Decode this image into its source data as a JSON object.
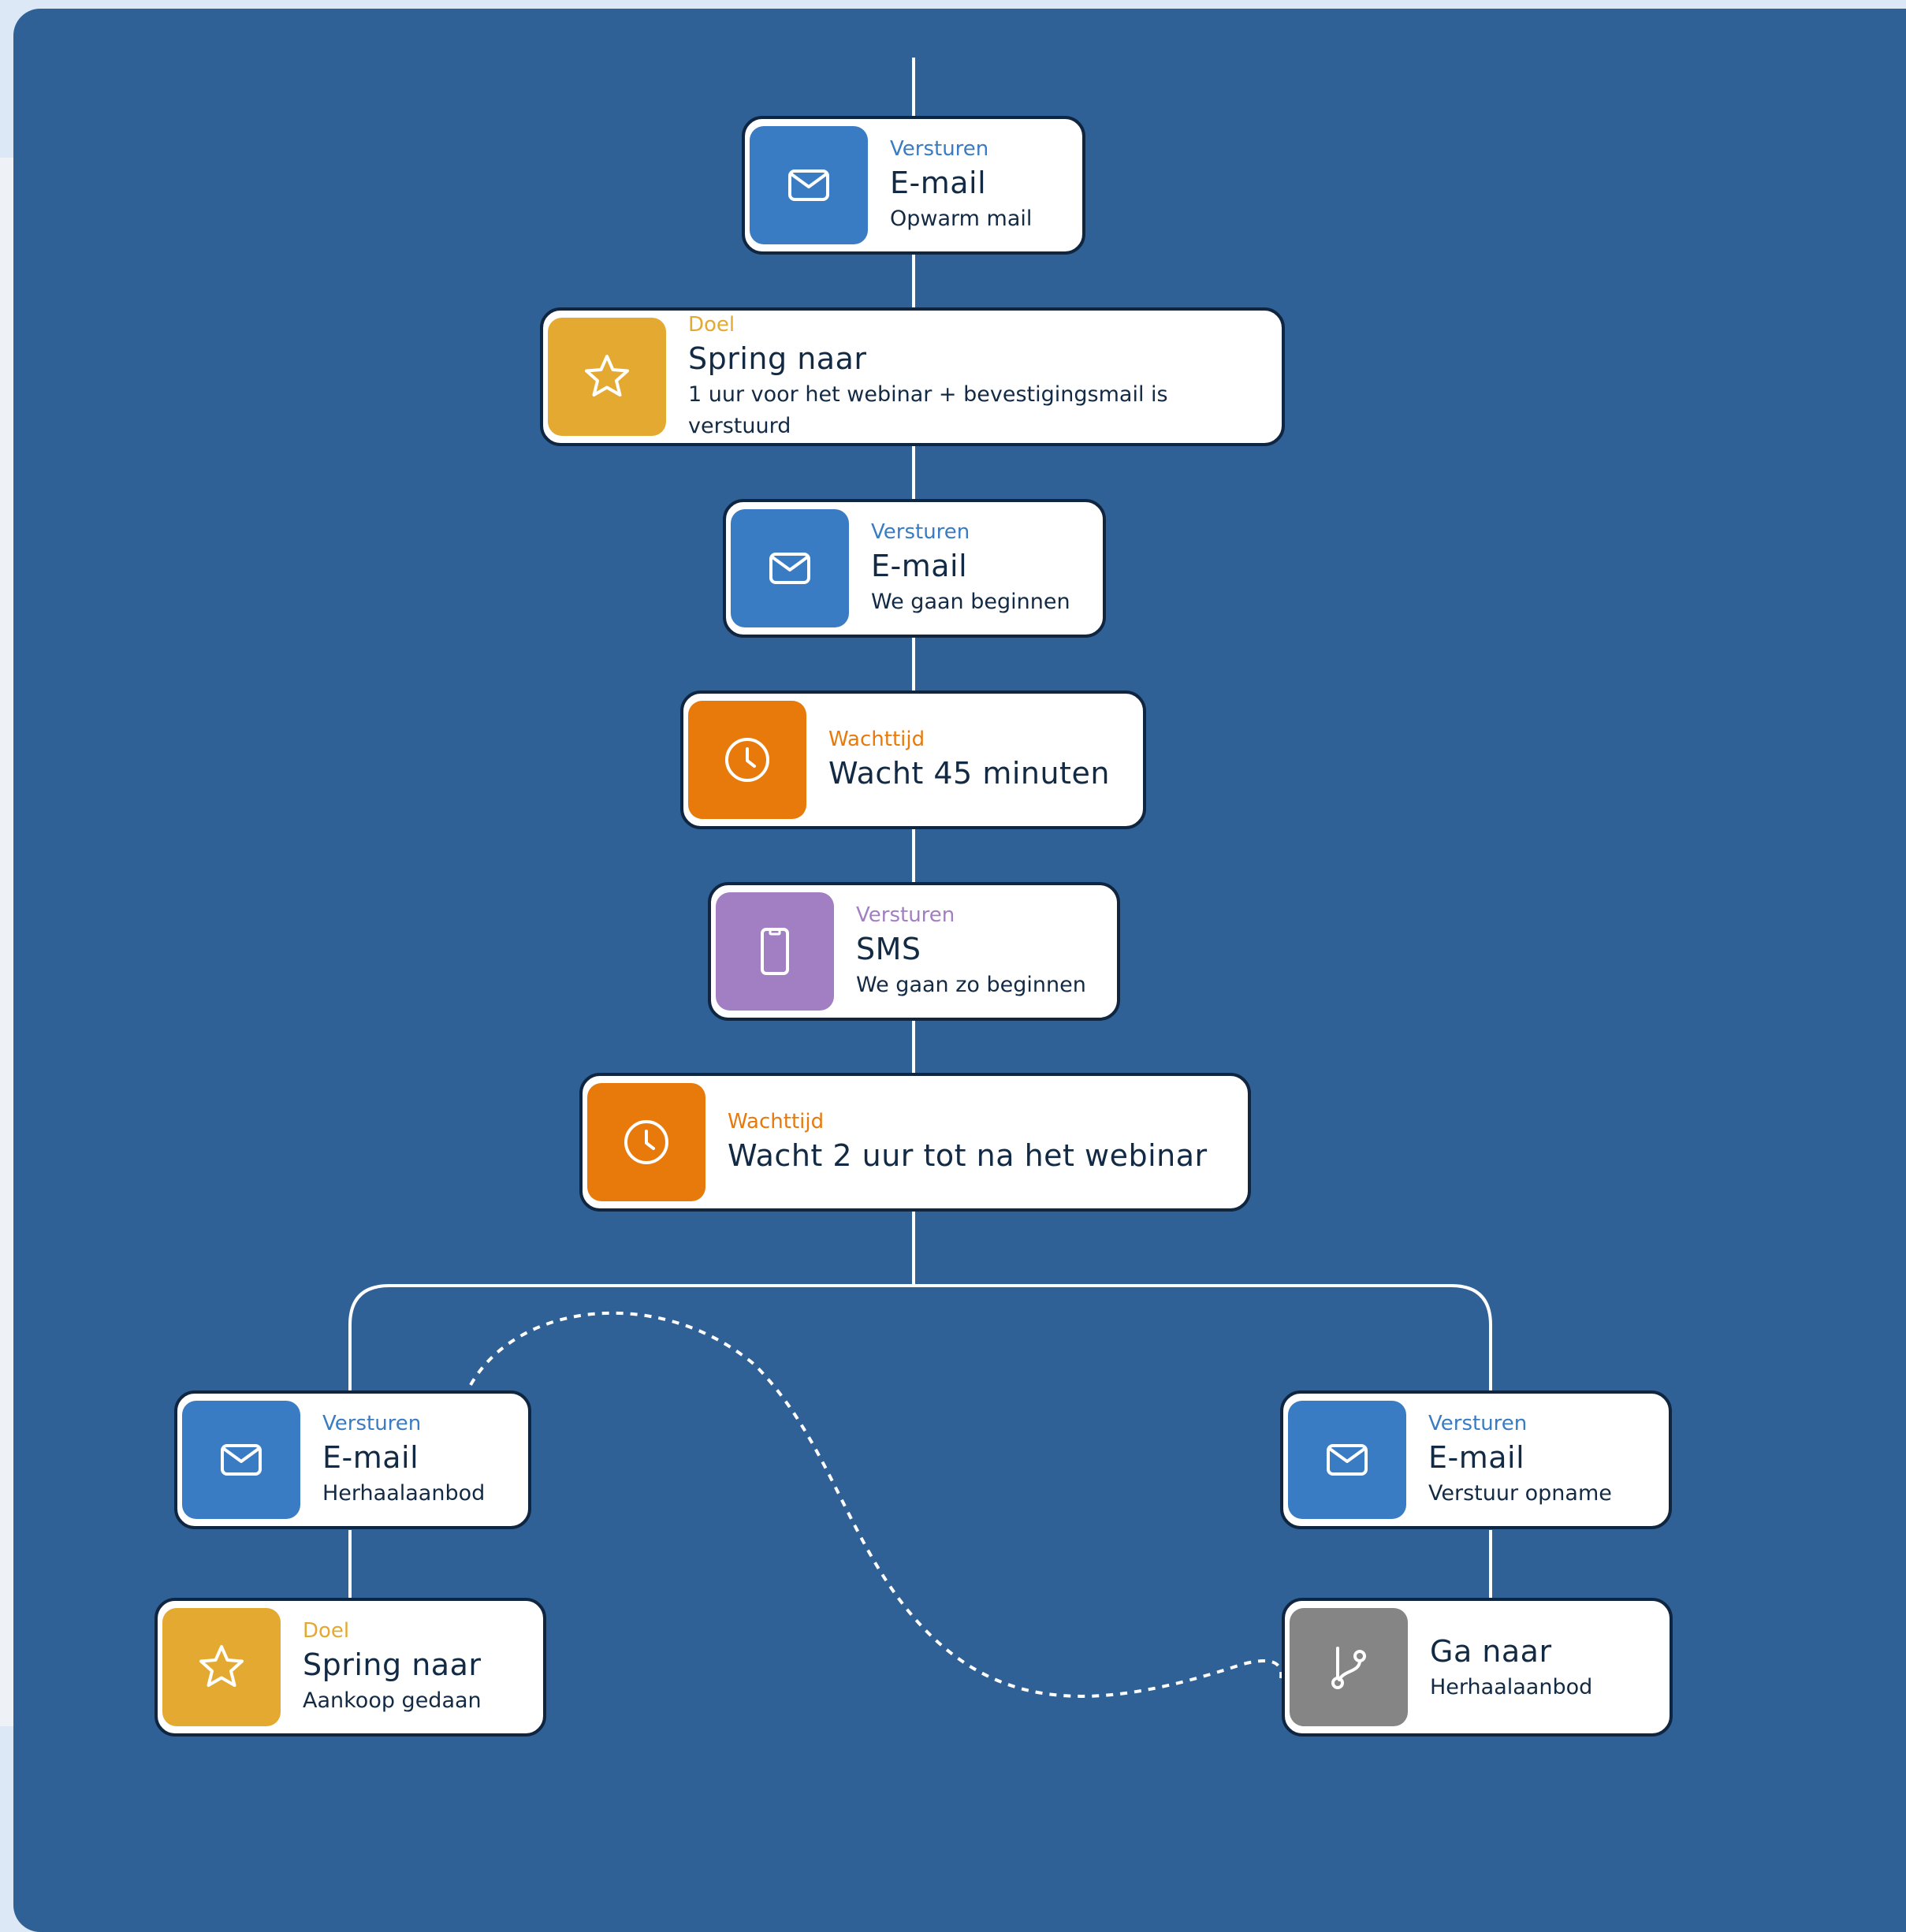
{
  "colors": {
    "canvas": "#2f6196",
    "line": "#ffffff",
    "email": "#3a7cc3",
    "goal": "#e4a930",
    "wait": "#e87a0c",
    "sms": "#a17fc2",
    "goto": "#858585",
    "text_dark": "#132a45"
  },
  "nodes": [
    {
      "id": "email-opwarm",
      "icon": "envelope-icon",
      "color": "#3a7cc3",
      "category": "Versturen",
      "title": "E-mail",
      "subtitle": "Opwarm mail"
    },
    {
      "id": "goal-spring-1",
      "icon": "star-icon",
      "color": "#e4a930",
      "category": "Doel",
      "title": "Spring naar",
      "subtitle": "1 uur voor het webinar + bevestigingsmail is verstuurd"
    },
    {
      "id": "email-beginnen",
      "icon": "envelope-icon",
      "color": "#3a7cc3",
      "category": "Versturen",
      "title": "E-mail",
      "subtitle": "We gaan beginnen"
    },
    {
      "id": "wait-45",
      "icon": "clock-icon",
      "color": "#e87a0c",
      "category": "Wachttijd",
      "title": "Wacht 45 minuten",
      "subtitle": ""
    },
    {
      "id": "sms-beginnen",
      "icon": "phone-icon",
      "color": "#a17fc2",
      "category": "Versturen",
      "title": "SMS",
      "subtitle": "We gaan zo beginnen"
    },
    {
      "id": "wait-2uur",
      "icon": "clock-icon",
      "color": "#e87a0c",
      "category": "Wachttijd",
      "title": "Wacht 2 uur tot na het webinar",
      "subtitle": ""
    },
    {
      "id": "email-herhaal",
      "icon": "envelope-icon",
      "color": "#3a7cc3",
      "category": "Versturen",
      "title": "E-mail",
      "subtitle": "Herhaalaanbod"
    },
    {
      "id": "email-opname",
      "icon": "envelope-icon",
      "color": "#3a7cc3",
      "category": "Versturen",
      "title": "E-mail",
      "subtitle": "Verstuur opname"
    },
    {
      "id": "goal-aankoop",
      "icon": "star-icon",
      "color": "#e4a930",
      "category": "Doel",
      "title": "Spring naar",
      "subtitle": "Aankoop gedaan"
    },
    {
      "id": "goto-herhaal",
      "icon": "branch-icon",
      "color": "#858585",
      "category": "",
      "title": "Ga naar",
      "subtitle": "Herhaalaanbod"
    }
  ]
}
